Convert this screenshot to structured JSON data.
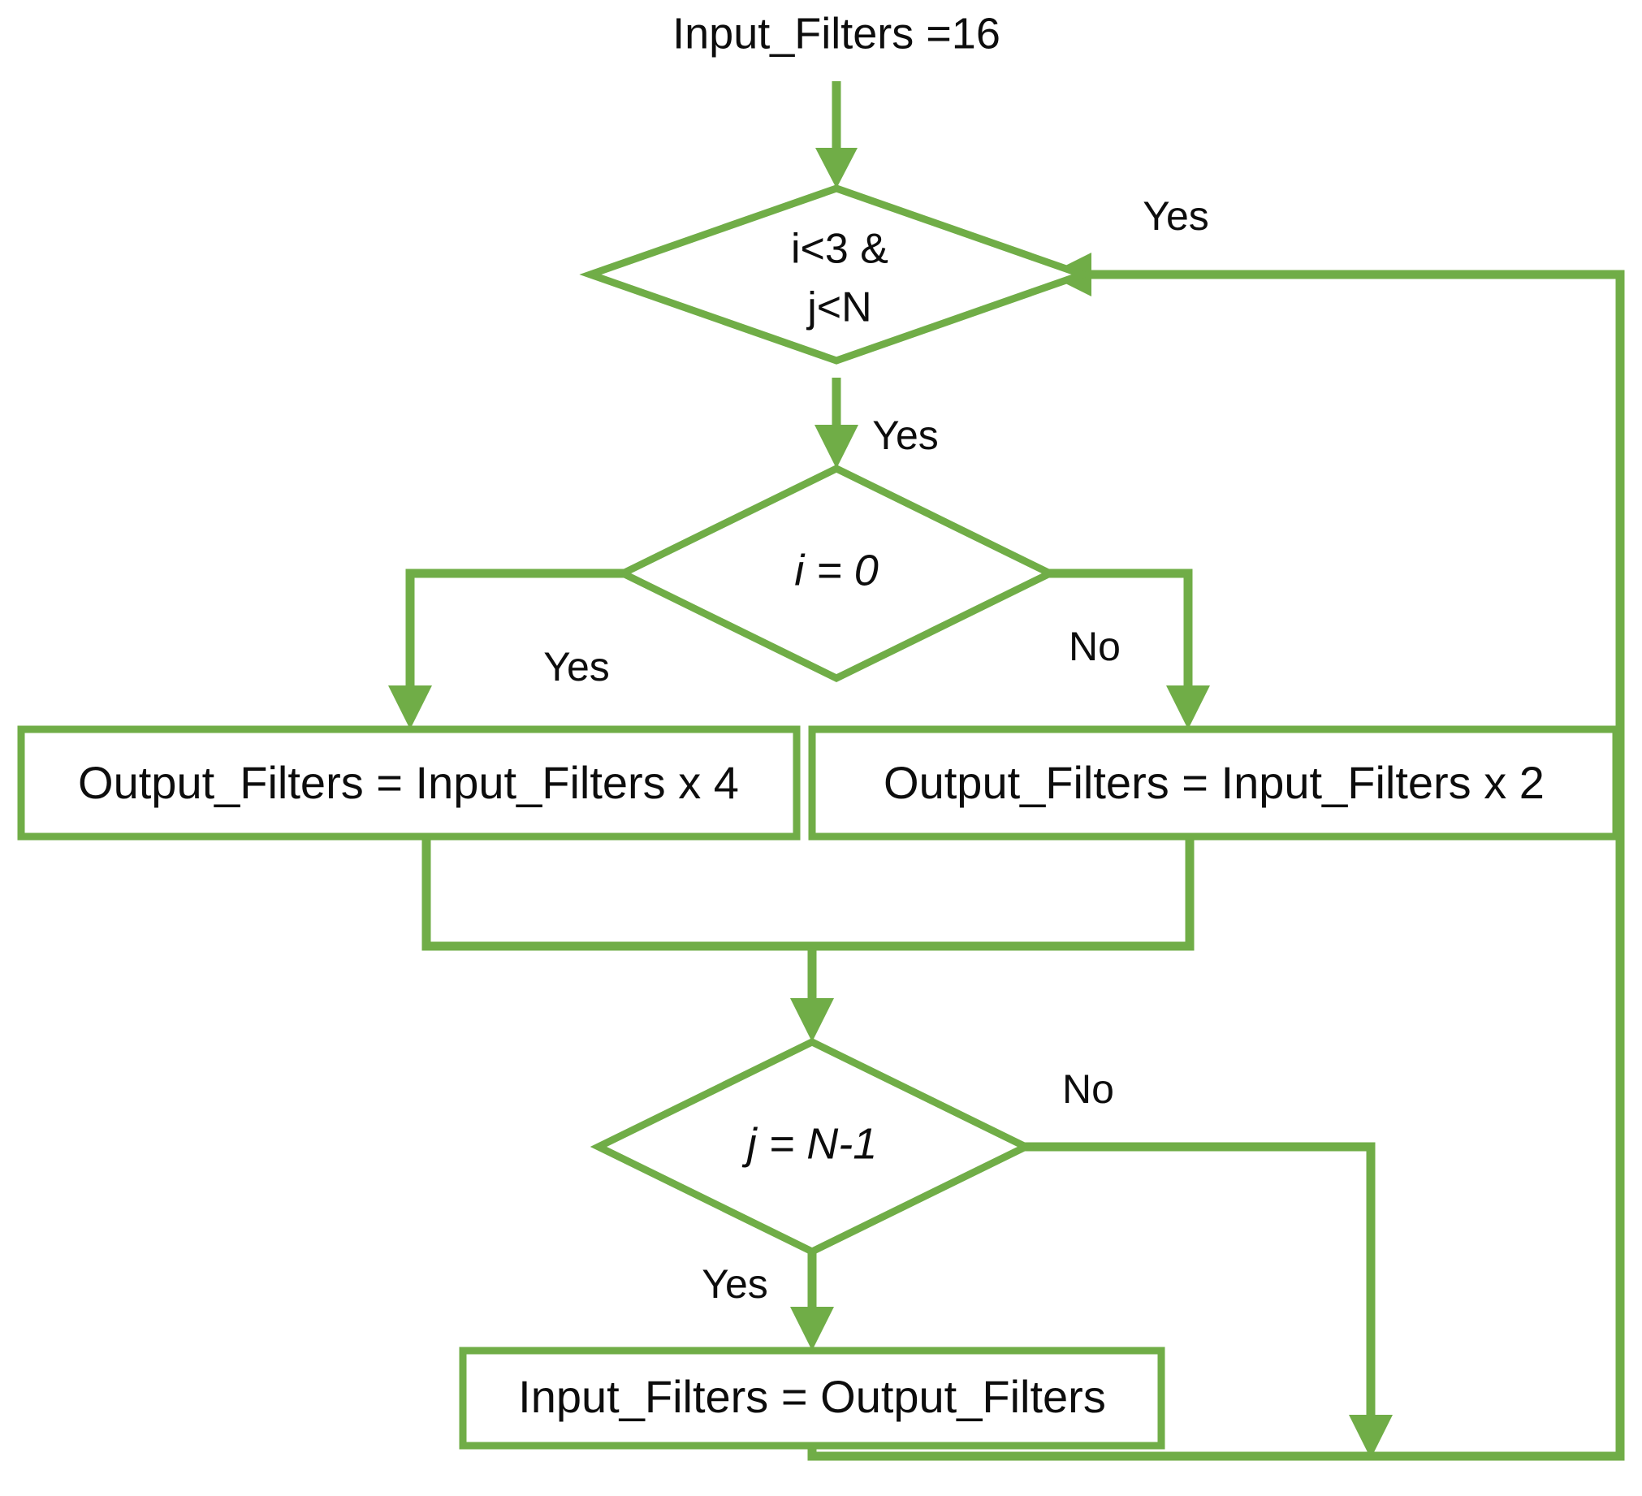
{
  "diagram": {
    "title_label": "Input_Filters =16",
    "accent_color": "#70AD47",
    "text_color": "#0D0D0D",
    "background_color": "#FFFFFF",
    "nodes": {
      "start_label": "Input_Filters =16",
      "decision_loop_line1": "i<3 &",
      "decision_loop_line2": "j<N",
      "decision_i_eq_0": "i = 0",
      "process_filters_x4": "Output_Filters = Input_Filters x 4",
      "process_filters_x2": "Output_Filters = Input_Filters x 2",
      "decision_j_eq_n_minus_1": "j = N-1",
      "process_input_eq_output": "Input_Filters = Output_Filters"
    },
    "edge_labels": {
      "loop_back_yes": "Yes",
      "loop_enter_yes": "Yes",
      "i_eq_0_yes": "Yes",
      "i_eq_0_no": "No",
      "j_eq_n_no": "No",
      "j_eq_n_yes": "Yes"
    }
  }
}
